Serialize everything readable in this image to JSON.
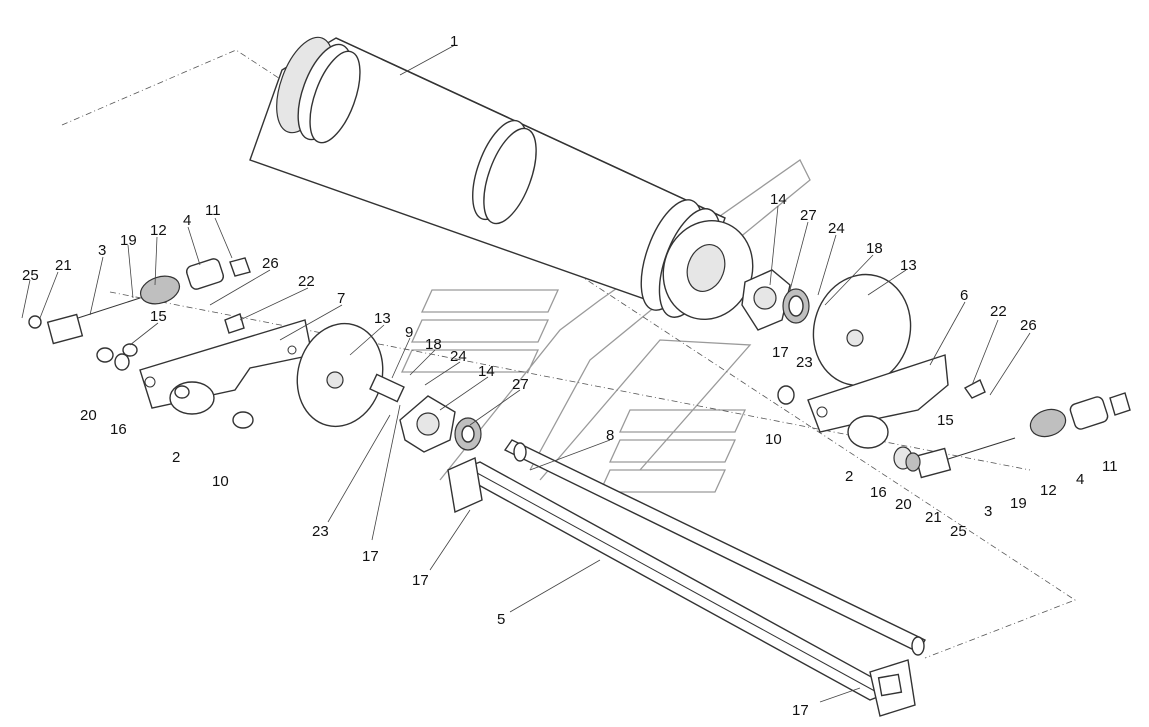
{
  "callouts": [
    {
      "id": "c1",
      "text": "1"
    },
    {
      "id": "c14a",
      "text": "14"
    },
    {
      "id": "c27a",
      "text": "27"
    },
    {
      "id": "c24a",
      "text": "24"
    },
    {
      "id": "c18a",
      "text": "18"
    },
    {
      "id": "c13a",
      "text": "13"
    },
    {
      "id": "c6",
      "text": "6"
    },
    {
      "id": "c22a",
      "text": "22"
    },
    {
      "id": "c26a",
      "text": "26"
    },
    {
      "id": "c17a",
      "text": "17"
    },
    {
      "id": "c23a",
      "text": "23"
    },
    {
      "id": "c10a",
      "text": "10"
    },
    {
      "id": "c15a",
      "text": "15"
    },
    {
      "id": "c2a",
      "text": "2"
    },
    {
      "id": "c16a",
      "text": "16"
    },
    {
      "id": "c20a",
      "text": "20"
    },
    {
      "id": "c21a",
      "text": "21"
    },
    {
      "id": "c25a",
      "text": "25"
    },
    {
      "id": "c3a",
      "text": "3"
    },
    {
      "id": "c19a",
      "text": "19"
    },
    {
      "id": "c12a",
      "text": "12"
    },
    {
      "id": "c4a",
      "text": "4"
    },
    {
      "id": "c11a",
      "text": "11"
    },
    {
      "id": "c25b",
      "text": "25"
    },
    {
      "id": "c21b",
      "text": "21"
    },
    {
      "id": "c3b",
      "text": "3"
    },
    {
      "id": "c19b",
      "text": "19"
    },
    {
      "id": "c12b",
      "text": "12"
    },
    {
      "id": "c4b",
      "text": "4"
    },
    {
      "id": "c11b",
      "text": "11"
    },
    {
      "id": "c26b",
      "text": "26"
    },
    {
      "id": "c22b",
      "text": "22"
    },
    {
      "id": "c7",
      "text": "7"
    },
    {
      "id": "c15b",
      "text": "15"
    },
    {
      "id": "c13b",
      "text": "13"
    },
    {
      "id": "c9",
      "text": "9"
    },
    {
      "id": "c18b",
      "text": "18"
    },
    {
      "id": "c24b",
      "text": "24"
    },
    {
      "id": "c14b",
      "text": "14"
    },
    {
      "id": "c27b",
      "text": "27"
    },
    {
      "id": "c20b",
      "text": "20"
    },
    {
      "id": "c16b",
      "text": "16"
    },
    {
      "id": "c2b",
      "text": "2"
    },
    {
      "id": "c10b",
      "text": "10"
    },
    {
      "id": "c8",
      "text": "8"
    },
    {
      "id": "c23b",
      "text": "23"
    },
    {
      "id": "c17b",
      "text": "17"
    },
    {
      "id": "c17c",
      "text": "17"
    },
    {
      "id": "c5",
      "text": "5"
    },
    {
      "id": "c17d",
      "text": "17"
    }
  ]
}
